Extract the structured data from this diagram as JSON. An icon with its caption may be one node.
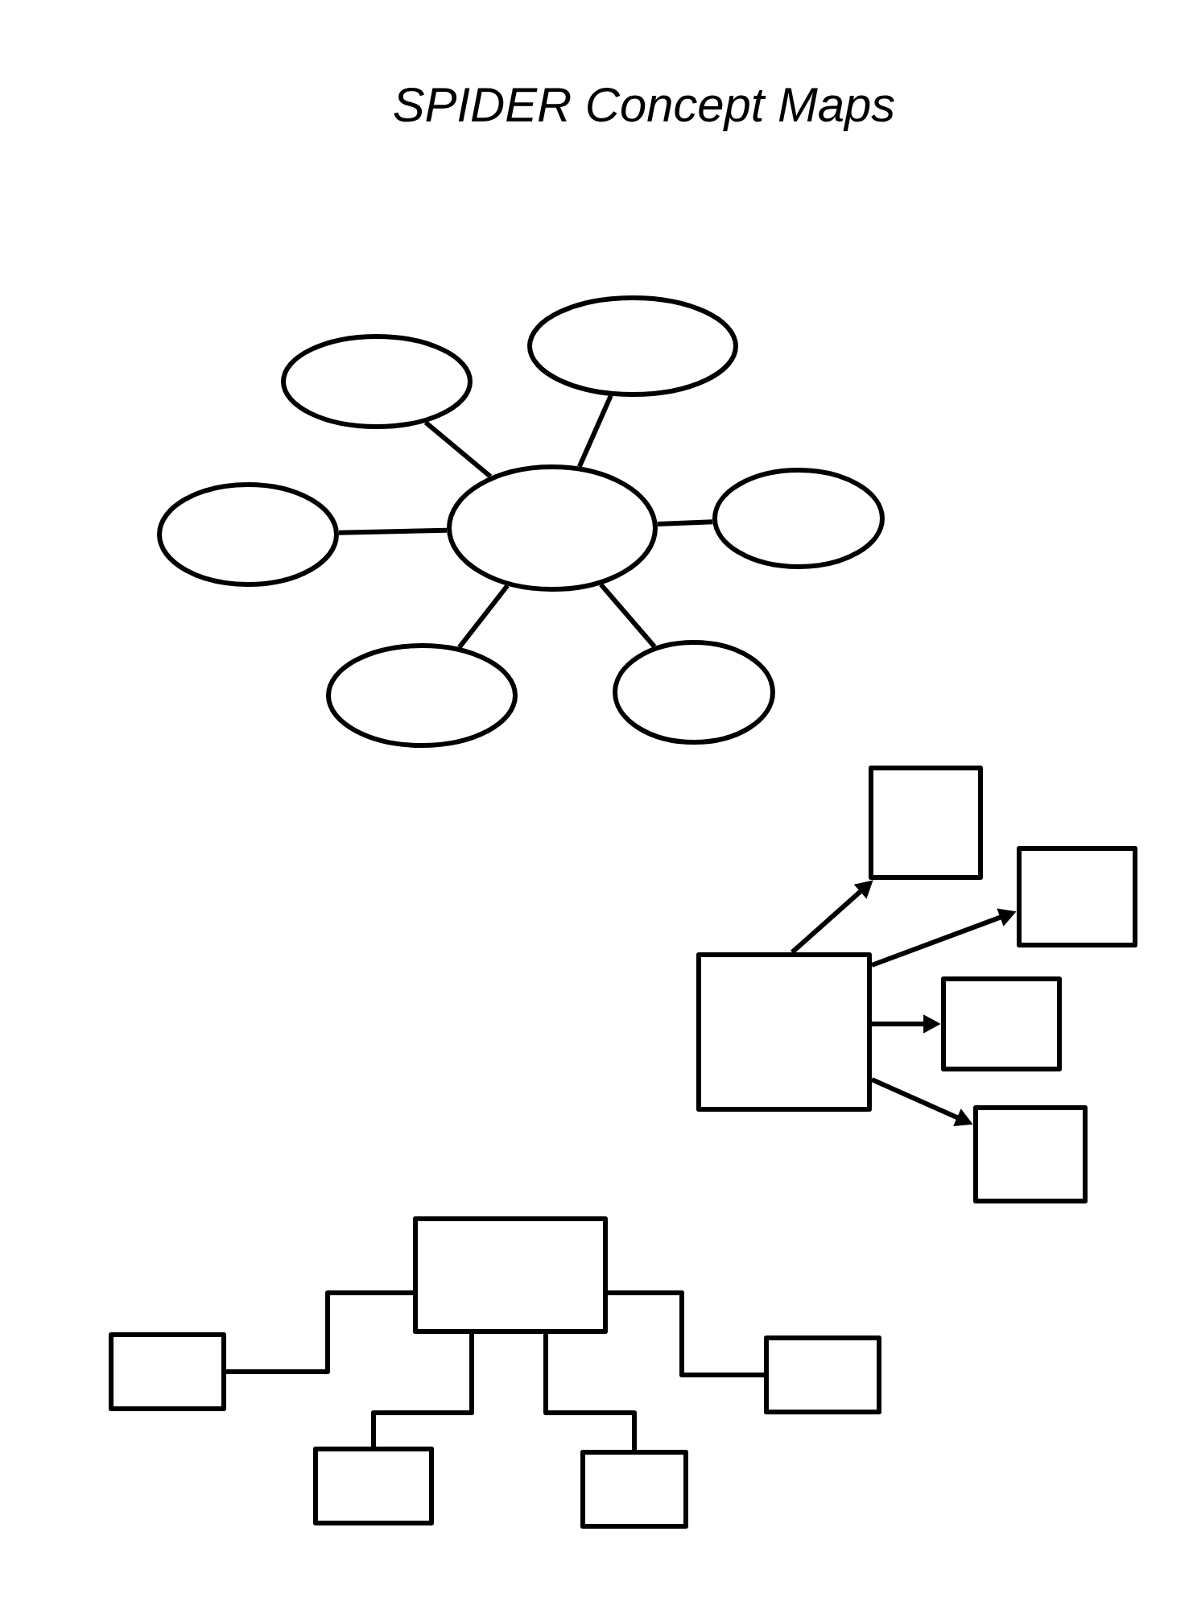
{
  "diagram": {
    "title": "SPIDER Concept Maps",
    "nodes": [
      {
        "text": [],
        "shape": "ellipse"
      },
      {
        "text": [],
        "shape": "ellipse"
      },
      {
        "text": [],
        "shape": "ellipse"
      },
      {
        "text": [],
        "shape": "ellipse"
      },
      {
        "text": [],
        "shape": "ellipse"
      },
      {
        "text": [],
        "shape": "ellipse"
      },
      {
        "text": [],
        "shape": "ellipse"
      },
      {
        "text": [],
        "shape": "box"
      },
      {
        "text": [],
        "shape": "box"
      },
      {
        "text": [],
        "shape": "box"
      },
      {
        "text": [],
        "shape": "box"
      },
      {
        "text": [],
        "shape": "box"
      },
      {
        "text": [],
        "shape": "box"
      },
      {
        "text": [],
        "shape": "box"
      },
      {
        "text": [],
        "shape": "box"
      },
      {
        "text": [],
        "shape": "box"
      },
      {
        "text": [],
        "shape": "box"
      }
    ],
    "edges": [
      {
        "from": 3,
        "to": 1,
        "arrow": "none"
      },
      {
        "from": 3,
        "to": 0,
        "arrow": "none"
      },
      {
        "from": 3,
        "to": 2,
        "arrow": "none"
      },
      {
        "from": 3,
        "to": 4,
        "arrow": "none"
      },
      {
        "from": 3,
        "to": 5,
        "arrow": "none"
      },
      {
        "from": 3,
        "to": 6,
        "arrow": "none"
      },
      {
        "from": 8,
        "to": 7,
        "arrow": "to"
      },
      {
        "from": 8,
        "to": 9,
        "arrow": "to"
      },
      {
        "from": 8,
        "to": 10,
        "arrow": "to"
      },
      {
        "from": 8,
        "to": 11,
        "arrow": "to"
      },
      {
        "from": 12,
        "to": 13,
        "arrow": "none"
      },
      {
        "from": 12,
        "to": 14,
        "arrow": "none"
      },
      {
        "from": 12,
        "to": 15,
        "arrow": "none"
      },
      {
        "from": 12,
        "to": 16,
        "arrow": "none"
      }
    ]
  }
}
